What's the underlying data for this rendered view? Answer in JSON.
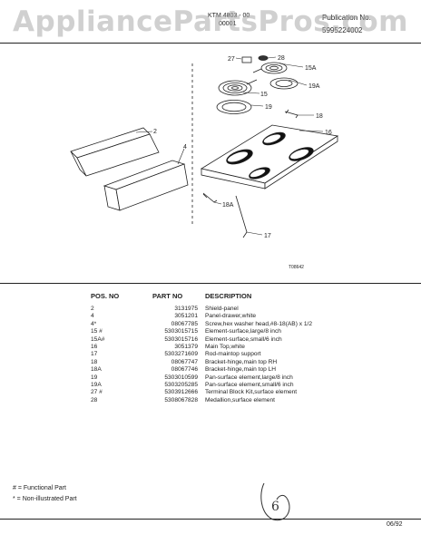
{
  "watermark": "AppliancePartsPros.com",
  "header": {
    "model_line1": "KTM 4803 - 00",
    "model_line2": "00001",
    "publication_label": "Publication No.",
    "publication_number": "5995224002"
  },
  "diagram": {
    "ref_code": "T08642",
    "callouts": [
      "27",
      "28",
      "15A",
      "15",
      "19A",
      "19",
      "18",
      "16",
      "2",
      "4",
      "18A",
      "17"
    ]
  },
  "table": {
    "col_pos": "POS. NO",
    "col_part": "PART NO",
    "col_desc": "DESCRIPTION",
    "rows": [
      {
        "pos": "2",
        "part": "3131975",
        "desc": "Shield-panel"
      },
      {
        "pos": "4",
        "part": "3051201",
        "desc": "Panel-drawer,white"
      },
      {
        "pos": "4*",
        "part": "08067785",
        "desc": "Screw,hex washer head,#8-18(AB) x 1/2"
      },
      {
        "pos": "15 #",
        "part": "5303015715",
        "desc": "Element-surface,large/8 inch"
      },
      {
        "pos": "15A#",
        "part": "5303015716",
        "desc": "Element-surface,small/6 inch"
      },
      {
        "pos": "16",
        "part": "3051379",
        "desc": "Main Top,white"
      },
      {
        "pos": "17",
        "part": "5303271609",
        "desc": "Rod-maintop support"
      },
      {
        "pos": "18",
        "part": "08067747",
        "desc": "Bracket-hinge,main top RH"
      },
      {
        "pos": "18A",
        "part": "08067746",
        "desc": "Bracket-hinge,main top LH"
      },
      {
        "pos": "19",
        "part": "5303010599",
        "desc": "Pan-surface element,large/8 inch"
      },
      {
        "pos": "19A",
        "part": "5303205285",
        "desc": "Pan-surface element,small/6 inch"
      },
      {
        "pos": "27 #",
        "part": "5303912666",
        "desc": "Terminal Block Kit,surface element"
      },
      {
        "pos": "28",
        "part": "5308067828",
        "desc": "Medallion,surface element"
      }
    ]
  },
  "legend": {
    "functional": "# = Functional Part",
    "non_illustrated": "* = Non-illustrated Part"
  },
  "handmark": "6",
  "footer_date": "06/92"
}
